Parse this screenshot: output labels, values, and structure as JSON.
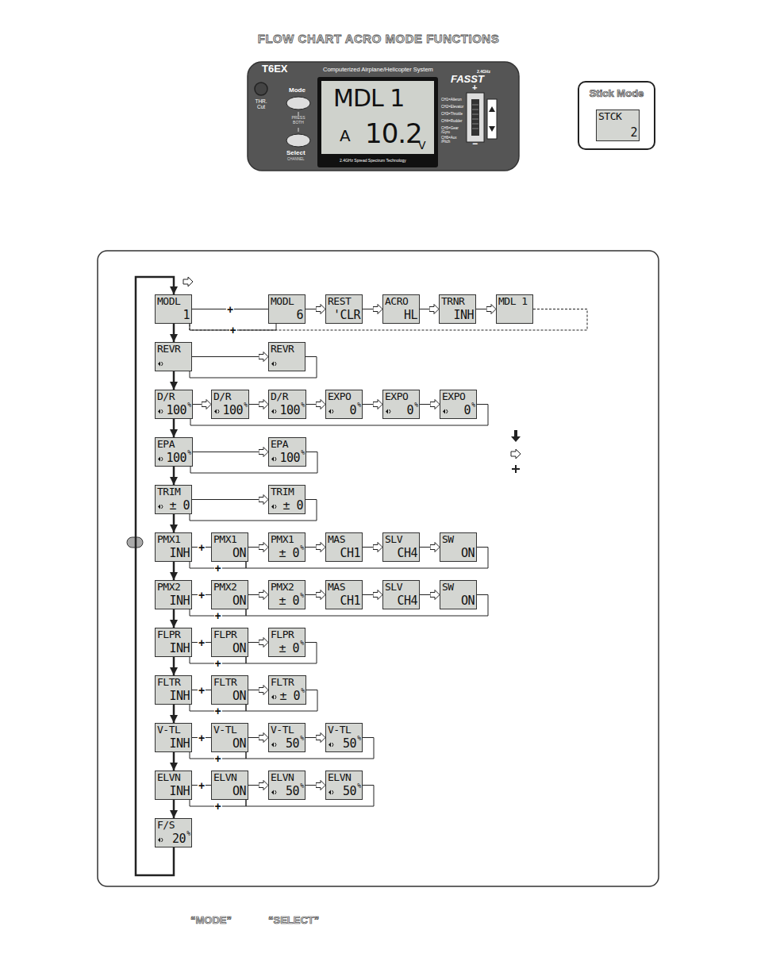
{
  "diagram": {
    "title": "FLOW CHART ACRO MODE FUNCTIONS",
    "nodes": [
      {
        "text": [
          "MODL",
          "1"
        ]
      },
      {
        "text": [
          "MODL",
          "6"
        ]
      },
      {
        "text": [
          "REST",
          "'CLR"
        ]
      },
      {
        "text": [
          "ACRO",
          "HL"
        ]
      },
      {
        "text": [
          "TRNR",
          "INH"
        ]
      },
      {
        "text": [
          "MDL 1"
        ]
      },
      {
        "text": [
          "REVR"
        ]
      },
      {
        "text": [
          "REVR"
        ]
      },
      {
        "text": [
          "D/R",
          "100",
          "%"
        ]
      },
      {
        "text": [
          "D/R",
          "100",
          "%"
        ]
      },
      {
        "text": [
          "D/R",
          "100",
          "%"
        ]
      },
      {
        "text": [
          "EXPO",
          "0",
          "%"
        ]
      },
      {
        "text": [
          "EXPO",
          "0",
          "%"
        ]
      },
      {
        "text": [
          "EXPO",
          "0",
          "%"
        ]
      },
      {
        "text": [
          "EPA",
          "100",
          "%"
        ]
      },
      {
        "text": [
          "EPA",
          "100",
          "%"
        ]
      },
      {
        "text": [
          "TRIM",
          "± 0"
        ]
      },
      {
        "text": [
          "TRIM",
          "± 0"
        ]
      },
      {
        "text": [
          "PMX1",
          "INH"
        ]
      },
      {
        "text": [
          "PMX1",
          "ON"
        ]
      },
      {
        "text": [
          "PMX1",
          "± 0",
          "%"
        ]
      },
      {
        "text": [
          "MAS",
          "CH1"
        ]
      },
      {
        "text": [
          "SLV",
          "CH4"
        ]
      },
      {
        "text": [
          "SW",
          "ON"
        ]
      },
      {
        "text": [
          "PMX2",
          "INH"
        ]
      },
      {
        "text": [
          "PMX2",
          "ON"
        ]
      },
      {
        "text": [
          "PMX2",
          "± 0",
          "%"
        ]
      },
      {
        "text": [
          "MAS",
          "CH1"
        ]
      },
      {
        "text": [
          "SLV",
          "CH4"
        ]
      },
      {
        "text": [
          "SW",
          "ON"
        ]
      },
      {
        "text": [
          "FLPR",
          "INH"
        ]
      },
      {
        "text": [
          "FLPR",
          "ON"
        ]
      },
      {
        "text": [
          "FLPR",
          "± 0",
          "%"
        ]
      },
      {
        "text": [
          "FLTR",
          "INH"
        ]
      },
      {
        "text": [
          "FLTR",
          "ON"
        ]
      },
      {
        "text": [
          "FLTR",
          "± 0",
          "%"
        ]
      },
      {
        "text": [
          "V-TL",
          "INH"
        ]
      },
      {
        "text": [
          "V-TL",
          "ON"
        ]
      },
      {
        "text": [
          "V-TL",
          "50",
          "%"
        ]
      },
      {
        "text": [
          "V-TL",
          "50",
          "%"
        ]
      },
      {
        "text": [
          "ELVN",
          "INH"
        ]
      },
      {
        "text": [
          "ELVN",
          "ON"
        ]
      },
      {
        "text": [
          "ELVN",
          "50",
          "%"
        ]
      },
      {
        "text": [
          "ELVN",
          "50",
          "%"
        ]
      },
      {
        "text": [
          "F/S",
          "20",
          "%"
        ]
      },
      {
        "text": [
          "Stick Mode"
        ]
      },
      {
        "text": [
          "STCK",
          "2"
        ],
        "in": 45
      }
    ],
    "edges": [
      {
        "from": 0,
        "to": 1,
        "arrow": "none",
        "label": "+"
      },
      {
        "from": 1,
        "to": 2,
        "arrow": "to"
      },
      {
        "from": 2,
        "to": 3,
        "arrow": "to"
      },
      {
        "from": 3,
        "to": 4,
        "arrow": "to"
      },
      {
        "from": 4,
        "to": 5,
        "arrow": "to"
      },
      {
        "from": 5,
        "to": 0,
        "arrow": "none"
      },
      {
        "from": 1,
        "to": 0,
        "arrow": "none",
        "label": "+"
      },
      {
        "from": 0,
        "to": 6,
        "arrow": "to"
      },
      {
        "from": 6,
        "to": 7,
        "arrow": "to"
      },
      {
        "from": 7,
        "to": 6,
        "arrow": "none"
      },
      {
        "from": 6,
        "to": 8,
        "arrow": "to"
      },
      {
        "from": 8,
        "to": 9,
        "arrow": "to"
      },
      {
        "from": 9,
        "to": 10,
        "arrow": "to"
      },
      {
        "from": 10,
        "to": 11,
        "arrow": "to"
      },
      {
        "from": 11,
        "to": 12,
        "arrow": "to"
      },
      {
        "from": 12,
        "to": 13,
        "arrow": "to"
      },
      {
        "from": 13,
        "to": 8,
        "arrow": "none"
      },
      {
        "from": 8,
        "to": 14,
        "arrow": "to"
      },
      {
        "from": 14,
        "to": 15,
        "arrow": "to"
      },
      {
        "from": 15,
        "to": 14,
        "arrow": "none"
      },
      {
        "from": 14,
        "to": 16,
        "arrow": "to"
      },
      {
        "from": 16,
        "to": 17,
        "arrow": "to"
      },
      {
        "from": 17,
        "to": 16,
        "arrow": "none"
      },
      {
        "from": 16,
        "to": 18,
        "arrow": "to"
      },
      {
        "from": 18,
        "to": 19,
        "arrow": "none",
        "label": "+"
      },
      {
        "from": 19,
        "to": 18,
        "arrow": "none",
        "label": "+"
      },
      {
        "from": 19,
        "to": 20,
        "arrow": "to"
      },
      {
        "from": 20,
        "to": 21,
        "arrow": "to"
      },
      {
        "from": 21,
        "to": 22,
        "arrow": "to"
      },
      {
        "from": 22,
        "to": 23,
        "arrow": "to"
      },
      {
        "from": 23,
        "to": 19,
        "arrow": "none"
      },
      {
        "from": 18,
        "to": 24,
        "arrow": "to"
      },
      {
        "from": 24,
        "to": 25,
        "arrow": "none",
        "label": "+"
      },
      {
        "from": 25,
        "to": 24,
        "arrow": "none",
        "label": "+"
      },
      {
        "from": 25,
        "to": 26,
        "arrow": "to"
      },
      {
        "from": 26,
        "to": 27,
        "arrow": "to"
      },
      {
        "from": 27,
        "to": 28,
        "arrow": "to"
      },
      {
        "from": 28,
        "to": 29,
        "arrow": "to"
      },
      {
        "from": 29,
        "to": 25,
        "arrow": "none"
      },
      {
        "from": 24,
        "to": 30,
        "arrow": "to"
      },
      {
        "from": 30,
        "to": 31,
        "arrow": "none",
        "label": "+"
      },
      {
        "from": 31,
        "to": 30,
        "arrow": "none",
        "label": "+"
      },
      {
        "from": 31,
        "to": 32,
        "arrow": "to"
      },
      {
        "from": 32,
        "to": 31,
        "arrow": "none"
      },
      {
        "from": 30,
        "to": 33,
        "arrow": "to"
      },
      {
        "from": 33,
        "to": 34,
        "arrow": "none",
        "label": "+"
      },
      {
        "from": 34,
        "to": 33,
        "arrow": "none",
        "label": "+"
      },
      {
        "from": 34,
        "to": 35,
        "arrow": "to"
      },
      {
        "from": 35,
        "to": 34,
        "arrow": "none"
      },
      {
        "from": 33,
        "to": 36,
        "arrow": "to"
      },
      {
        "from": 36,
        "to": 37,
        "arrow": "none",
        "label": "+"
      },
      {
        "from": 37,
        "to": 36,
        "arrow": "none",
        "label": "+"
      },
      {
        "from": 37,
        "to": 38,
        "arrow": "to"
      },
      {
        "from": 38,
        "to": 39,
        "arrow": "to"
      },
      {
        "from": 39,
        "to": 37,
        "arrow": "none"
      },
      {
        "from": 36,
        "to": 40,
        "arrow": "to"
      },
      {
        "from": 40,
        "to": 41,
        "arrow": "none",
        "label": "+"
      },
      {
        "from": 41,
        "to": 40,
        "arrow": "none",
        "label": "+"
      },
      {
        "from": 41,
        "to": 42,
        "arrow": "to"
      },
      {
        "from": 42,
        "to": 43,
        "arrow": "to"
      },
      {
        "from": 43,
        "to": 41,
        "arrow": "none"
      },
      {
        "from": 40,
        "to": 44,
        "arrow": "to"
      },
      {
        "from": 44,
        "to": 0,
        "arrow": "to"
      }
    ],
    "labels": [
      "T6EX",
      "Computerized Airplane/Helicopter System",
      "2.4GHz",
      "FASST",
      "THR. Cut",
      "Mode",
      "PRESS BOTH",
      "Select",
      "CHANNEL",
      "MDL 1",
      "A",
      "10.2",
      "V",
      "2.4GHz Spread Spectrum Technology",
      "CH1=Aileron",
      "CH2=Elevator",
      "CH3=Throttle",
      "CH4=Rudder",
      "CH5=Gear /Gyro",
      "CH6=Aux /Pitch",
      "+",
      "−",
      "“MODE”",
      "“SELECT”"
    ]
  }
}
